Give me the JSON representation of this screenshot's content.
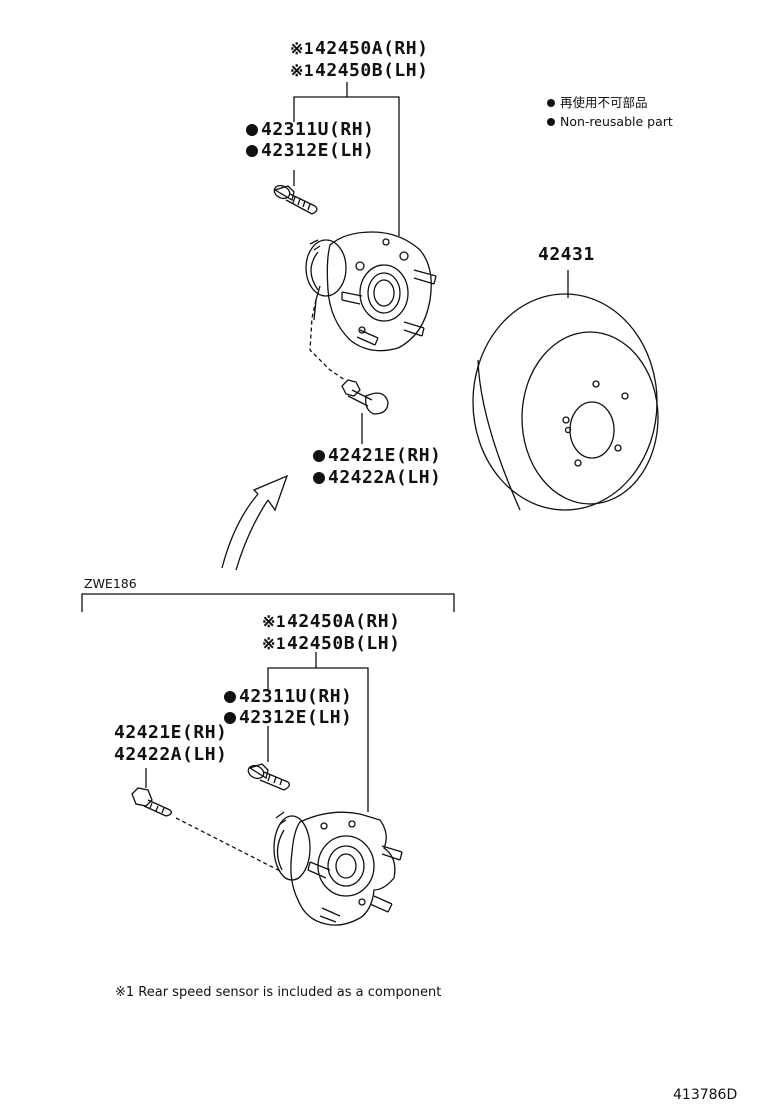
{
  "legend": {
    "marker_icon": "filled-circle",
    "line1": "再使用不可部品",
    "line2": "Non-reusable part"
  },
  "top_group": {
    "hub_assembly_ref": "※1",
    "hub_rh": "42450A(RH)",
    "hub_lh": "42450B(LH)",
    "hub_bolt_rh": "42311U(RH)",
    "hub_bolt_lh": "42312E(LH)",
    "mount_bolt_rh": "42421E(RH)",
    "mount_bolt_lh": "42422A(LH)",
    "disc": "42431"
  },
  "variant_group": {
    "model_code": "ZWE186",
    "hub_assembly_ref": "※1",
    "hub_rh": "42450A(RH)",
    "hub_lh": "42450B(LH)",
    "hub_bolt_rh": "42311U(RH)",
    "hub_bolt_lh": "42312E(LH)",
    "mount_bolt_rh": "42421E(RH)",
    "mount_bolt_lh": "42422A(LH)"
  },
  "footnote": "※1 Rear speed sensor is included as a component",
  "diagram_id": "413786D"
}
